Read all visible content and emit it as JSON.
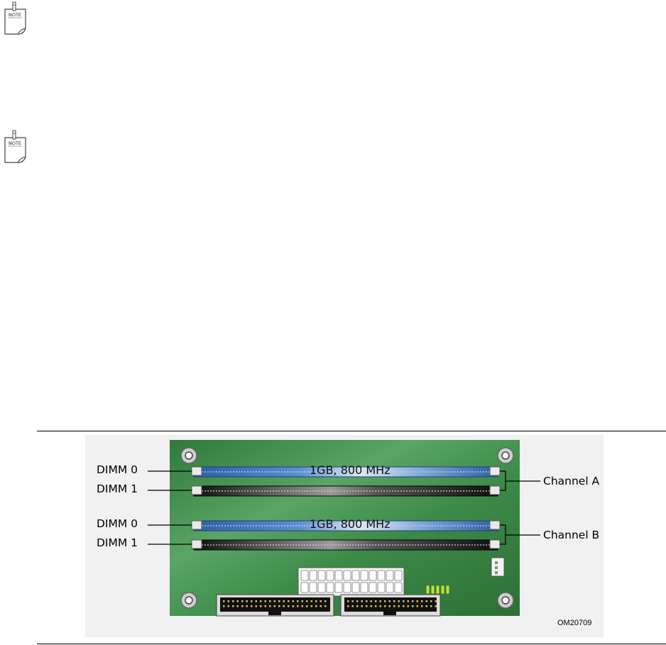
{
  "notes": [
    {
      "icon": "note-icon",
      "label": "NOTE"
    },
    {
      "icon": "note-icon",
      "label": "NOTE"
    }
  ],
  "figure": {
    "labels": {
      "dimm_a0": "DIMM 0",
      "dimm_a1": "DIMM 1",
      "dimm_b0": "DIMM 0",
      "dimm_b1": "DIMM 1",
      "channel_a": "Channel A",
      "channel_b": "Channel B"
    },
    "slot_a0_text": "1GB, 800 MHz",
    "slot_b0_text": "1GB, 800 MHz",
    "figure_id": "OM20709"
  },
  "colors": {
    "board_green": "#3f8e4a",
    "slot_blue": "#3d73b8",
    "slot_black": "#1c1c1c"
  }
}
